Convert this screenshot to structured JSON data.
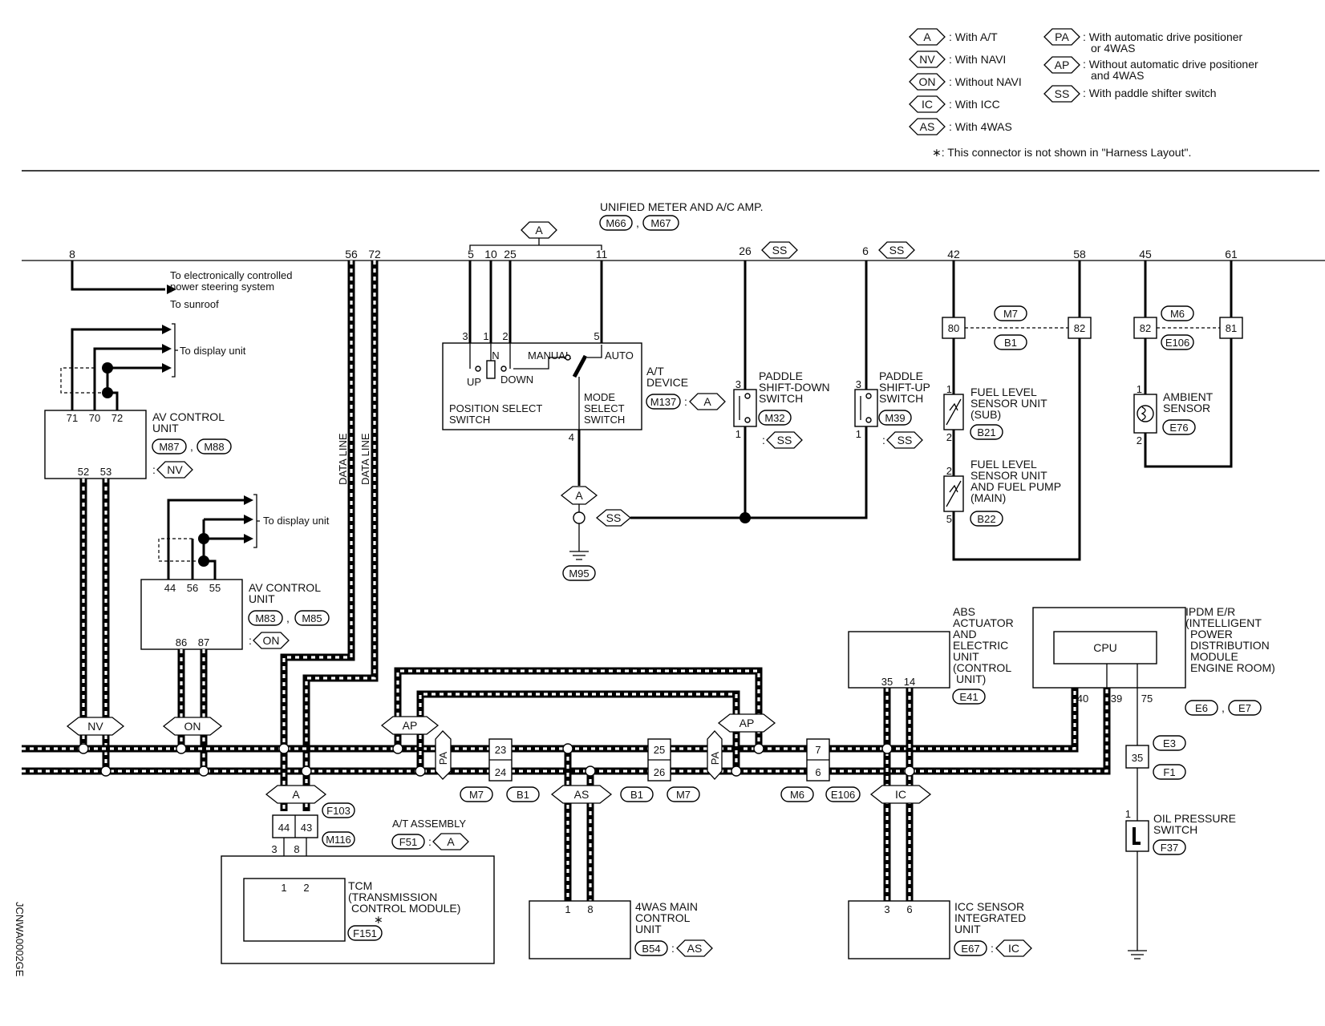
{
  "legend": {
    "items": [
      {
        "code": "A",
        "text": ": With A/T"
      },
      {
        "code": "NV",
        "text": ": With NAVI"
      },
      {
        "code": "ON",
        "text": ": Without NAVI"
      },
      {
        "code": "IC",
        "text": ": With ICC"
      },
      {
        "code": "AS",
        "text": ": With 4WAS"
      },
      {
        "code": "PA",
        "text": ": With automatic drive positioner",
        "text2": "or 4WAS"
      },
      {
        "code": "AP",
        "text": ": Without automatic drive positioner",
        "text2": "and 4WAS"
      },
      {
        "code": "SS",
        "text": ": With paddle shifter switch"
      }
    ],
    "note": "∗: This connector is not shown in \"Harness Layout\"."
  },
  "side_code": "JCNWA0002GE",
  "unified_meter": {
    "title": "UNIFIED METER AND A/C AMP.",
    "c1": "M66",
    "c2": "M67"
  },
  "top_pins": {
    "p8": "8",
    "p56": "56",
    "p72": "72",
    "p5": "5",
    "p10": "10",
    "p25": "25",
    "p11": "11",
    "p26": "26",
    "p6": "6",
    "p42": "42",
    "p58": "58",
    "p45": "45",
    "p61": "61"
  },
  "misc": {
    "eps1": "To electronically controlled",
    "eps2": "power steering system",
    "sunroof": "To sunroof",
    "display1": "To display unit",
    "display2": "To display unit",
    "dataline": "DATA LINE"
  },
  "av_nv": {
    "l1": "AV CONTROL",
    "l2": "UNIT",
    "c1": "M87",
    "c2": "M88",
    "tag": "NV",
    "p71": "71",
    "p70": "70",
    "p72": "72",
    "p52": "52",
    "p53": "53"
  },
  "av_on": {
    "l1": "AV CONTROL",
    "l2": "UNIT",
    "c1": "M83",
    "c2": "M85",
    "tag": "ON",
    "p44": "44",
    "p56": "56",
    "p55": "55",
    "p86": "86",
    "p87": "87"
  },
  "at_device": {
    "l1": "A/T",
    "l2": "DEVICE",
    "conn": "M137",
    "tag": "A",
    "n": "N",
    "up": "UP",
    "down": "DOWN",
    "manual": "MANUAL",
    "auto": "AUTO",
    "ps1": "POSITION SELECT",
    "ps2": "SWITCH",
    "ms1": "MODE",
    "ms2": "SELECT",
    "ms3": "SWITCH",
    "p3": "3",
    "p1": "1",
    "p2": "2",
    "p5": "5",
    "p4": "4"
  },
  "ground": {
    "conn": "M95",
    "tag_a": "A",
    "tag_ss": "SS"
  },
  "paddle_down": {
    "l1": "PADDLE",
    "l2": "SHIFT-DOWN",
    "l3": "SWITCH",
    "conn": "M32",
    "tag": "SS",
    "p3": "3",
    "p1": "1"
  },
  "paddle_up": {
    "l1": "PADDLE",
    "l2": "SHIFT-UP",
    "l3": "SWITCH",
    "conn": "M39",
    "tag": "SS",
    "p3": "3",
    "p1": "1"
  },
  "fuel": {
    "m7": "M7",
    "b1": "B1",
    "p80": "80",
    "p82": "82",
    "s1": "FUEL LEVEL",
    "s2": "SENSOR UNIT",
    "s3": "(SUB)",
    "sconn": "B21",
    "m1": "FUEL LEVEL",
    "m2": "SENSOR UNIT",
    "m3": "AND FUEL PUMP",
    "m4": "(MAIN)",
    "mconn": "B22",
    "p1": "1",
    "p2": "2",
    "p2b": "2",
    "p5": "5"
  },
  "ambient": {
    "m6": "M6",
    "e106": "E106",
    "p82": "82",
    "p81": "81",
    "l1": "AMBIENT",
    "l2": "SENSOR",
    "conn": "E76",
    "p1": "1",
    "p2": "2"
  },
  "abs": {
    "l1": "ABS",
    "l2": "ACTUATOR",
    "l3": "AND",
    "l4": "ELECTRIC",
    "l5": "UNIT",
    "l6": "(CONTROL",
    "l7": "UNIT)",
    "conn": "E41",
    "p35": "35",
    "p14": "14"
  },
  "ipdm": {
    "l1": "IPDM E/R",
    "l2": "(INTELLIGENT",
    "l3": "POWER",
    "l4": "DISTRIBUTION",
    "l5": "MODULE",
    "l6": "ENGINE ROOM)",
    "c1": "E6",
    "c2": "E7",
    "cpu": "CPU",
    "p40": "40",
    "p39": "39",
    "p75": "75"
  },
  "oil": {
    "e3": "E3",
    "f1": "F1",
    "p35": "35",
    "p1": "1",
    "l1": "OIL PRESSURE",
    "l2": "SWITCH",
    "conn": "F37"
  },
  "bus_tags": {
    "nv": "NV",
    "on": "ON",
    "ap1": "AP",
    "ap2": "AP",
    "pa1": "PA",
    "pa2": "PA",
    "a": "A",
    "as": "AS",
    "ic": "IC"
  },
  "bus_conns": {
    "p23": "23",
    "p24": "24",
    "p25": "25",
    "p26": "26",
    "p7": "7",
    "p6": "6",
    "m7a": "M7",
    "b1a": "B1",
    "b1b": "B1",
    "m7b": "M7",
    "m6": "M6",
    "e106": "E106",
    "f103": "F103",
    "m116": "M116",
    "p44": "44",
    "p43": "43"
  },
  "tcm": {
    "l1": "TCM",
    "l2": "(TRANSMISSION",
    "l3": "CONTROL MODULE)",
    "star": "∗",
    "conn": "F151",
    "p3": "3",
    "p8": "8",
    "p1": "1",
    "p2": "2"
  },
  "at_assy": {
    "label": "A/T ASSEMBLY",
    "conn": "F51",
    "tag": "A"
  },
  "fwas": {
    "l1": "4WAS MAIN",
    "l2": "CONTROL",
    "l3": "UNIT",
    "conn": "B54",
    "tag": "AS",
    "p1": "1",
    "p8": "8"
  },
  "icc": {
    "l1": "ICC SENSOR",
    "l2": "INTEGRATED",
    "l3": "UNIT",
    "conn": "E67",
    "tag": "IC",
    "p3": "3",
    "p6": "6"
  }
}
